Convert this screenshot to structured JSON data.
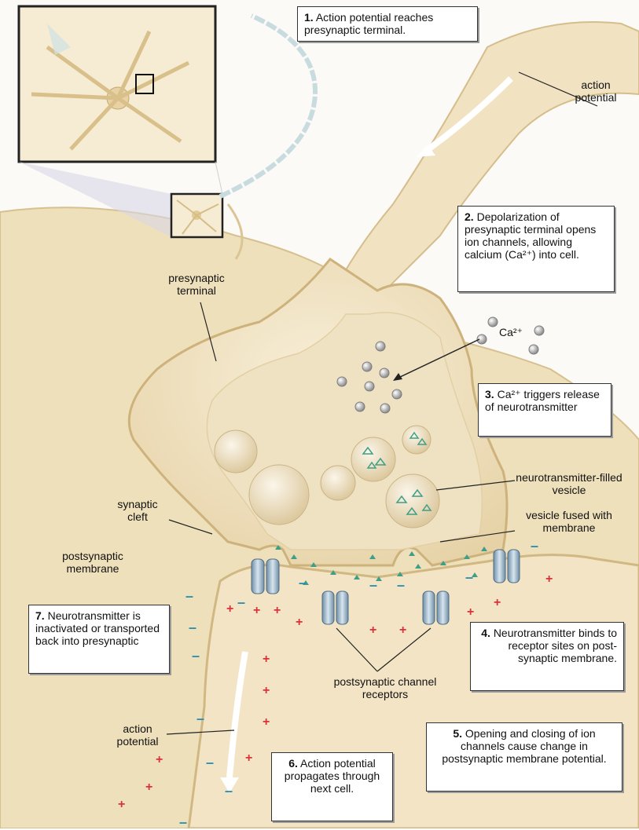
{
  "steps": {
    "s1": {
      "num": "1.",
      "text": "Action potential reaches presynaptic terminal."
    },
    "s2": {
      "num": "2.",
      "text": "Depolarization of presynaptic terminal opens ion channels, allowing calcium (Ca²⁺) into cell."
    },
    "s3": {
      "num": "3.",
      "text": "Ca²⁺ triggers release of neurotransmitter"
    },
    "s4": {
      "num": "4.",
      "text": "Neurotransmitter binds to receptor sites on post-synaptic membrane."
    },
    "s5": {
      "num": "5.",
      "text": "Opening and closing of ion channels cause change in postsynaptic membrane potential."
    },
    "s6": {
      "num": "6.",
      "text": "Action potential propagates through next cell."
    },
    "s7": {
      "num": "7.",
      "text": "Neurotransmitter is inactivated or transported back into presynaptic"
    }
  },
  "labels": {
    "action_potential_top": "action potential",
    "presynaptic_terminal": "presynaptic terminal",
    "ca_ion": "Ca²⁺",
    "vesicle": "neurotransmitter-filled vesicle",
    "vesicle_fused": "vesicle fused with membrane",
    "synaptic_cleft": "synaptic cleft",
    "postsynaptic_membrane": "postsynaptic membrane",
    "channel_receptors": "postsynaptic channel receptors",
    "action_potential_bottom": "action potential"
  },
  "charges": {
    "plus": "+",
    "minus": "–"
  },
  "colors": {
    "cytoplasm": "#f3e6c7",
    "membrane": "#e8d3a4",
    "background_cell": "#efe0bc",
    "receptor": "#9fb9cc",
    "neurotransmitter": "#3e9f86",
    "calcium": "#a9a9a9",
    "plus": "#d9323b",
    "minus": "#2a8fb3"
  }
}
